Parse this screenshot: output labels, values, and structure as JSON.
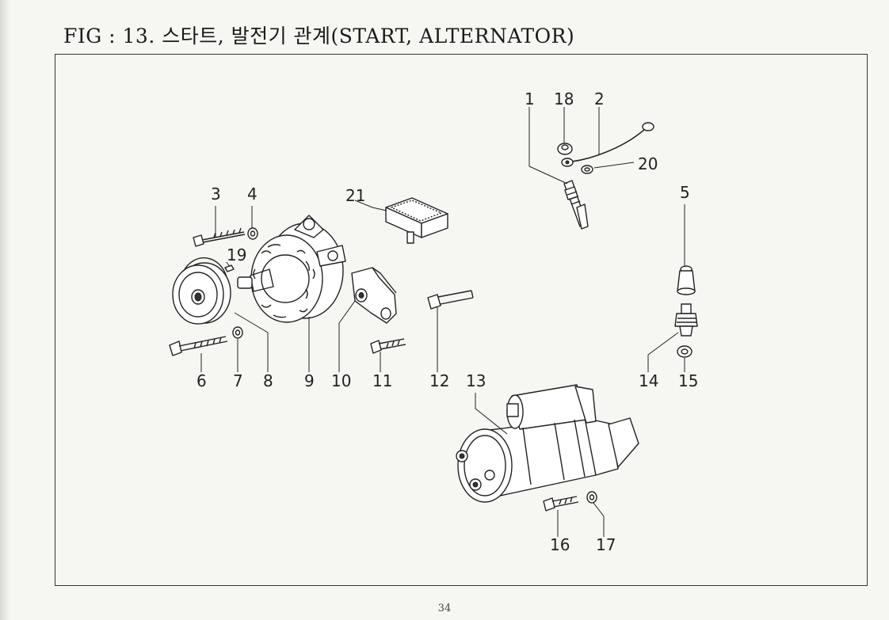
{
  "figure": {
    "title": "FIG : 13. 스타트, 발전기 관계(START, ALTERNATOR)",
    "page_number": "34"
  },
  "callouts": [
    "1",
    "2",
    "3",
    "4",
    "5",
    "6",
    "7",
    "8",
    "9",
    "10",
    "11",
    "12",
    "13",
    "14",
    "15",
    "16",
    "17",
    "18",
    "19",
    "20",
    "21"
  ]
}
